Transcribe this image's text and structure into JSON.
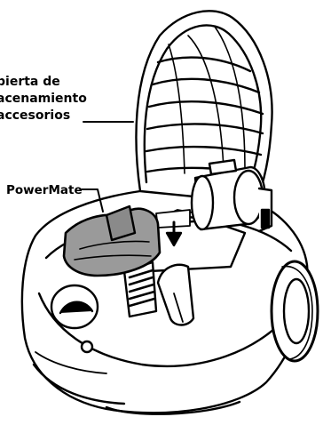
{
  "figure": {
    "callouts": {
      "storage_cover": {
        "lines": [
          "bierta de",
          "acenamiento",
          "accesorios"
        ]
      },
      "powermate": {
        "label": "PowerMate"
      }
    },
    "parts": [
      "vacuum-body-icon",
      "storage-cover-icon",
      "powermate-nozzle-icon",
      "hose-connector-icon",
      "wheel-icon",
      "handle-icon"
    ]
  }
}
